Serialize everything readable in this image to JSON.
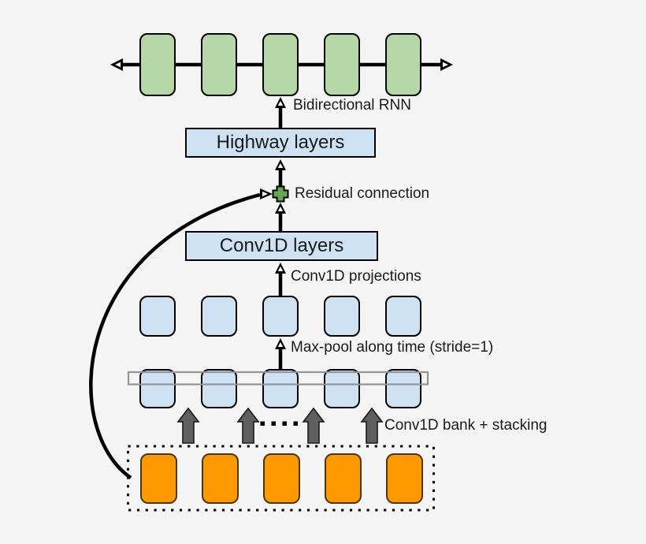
{
  "diagram": {
    "kind": "neural-network-architecture",
    "boxes": {
      "highway": {
        "label": "Highway layers"
      },
      "conv1d": {
        "label": "Conv1D layers"
      }
    },
    "annotations": {
      "bidirectional_rnn": "Bidirectional RNN",
      "residual_connection": "Residual connection",
      "conv1d_projections": "Conv1D projections",
      "maxpool": "Max-pool along time (stride=1)",
      "conv1d_bank": "Conv1D bank + stacking"
    },
    "rows": {
      "rnn_cells": 5,
      "maxpool_cells": 5,
      "conv_bank_cells": 5,
      "input_cells": 5
    },
    "colors": {
      "background": "#f5f5f6",
      "rnn_green": "#b6d7a8",
      "feature_blue": "#cfe2f3",
      "input_orange": "#ff9900",
      "plus_green": "#6aa84f",
      "bank_arrow_gray": "#5f5f5f",
      "band_gray": "#949494",
      "stroke": "#000000"
    }
  }
}
